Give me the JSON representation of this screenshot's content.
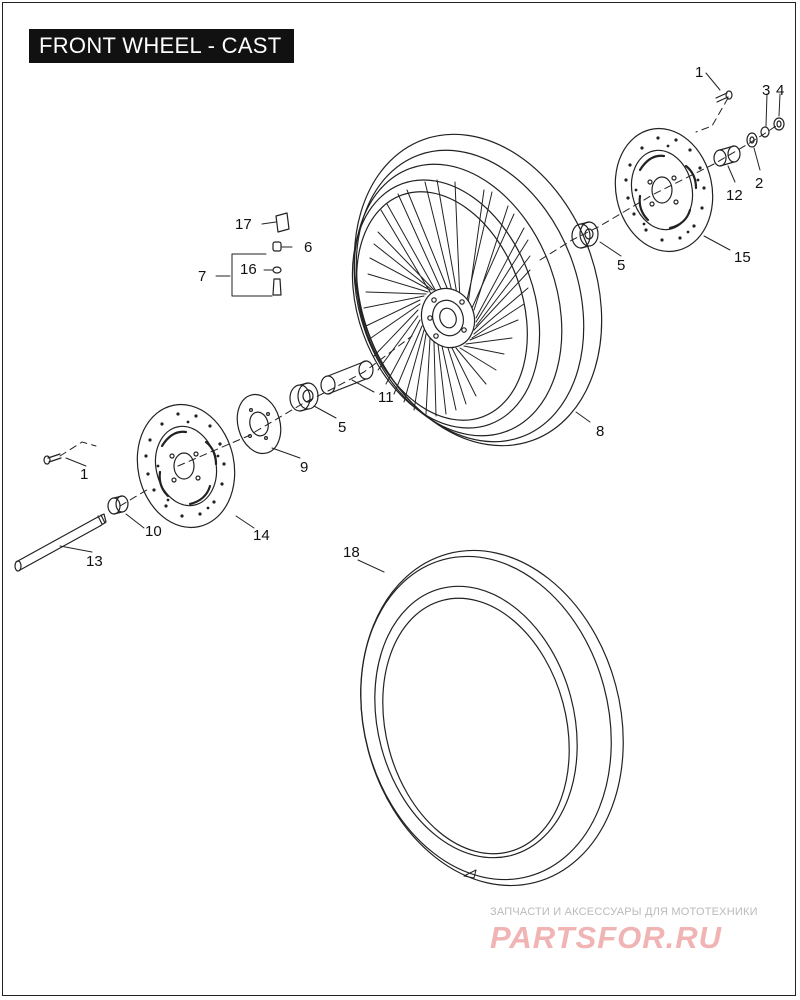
{
  "title": "FRONT WHEEL - CAST",
  "callouts": {
    "c1_top": "1",
    "c3": "3",
    "c4": "4",
    "c12": "12",
    "c2": "2",
    "c5_top": "5",
    "c15": "15",
    "c17": "17",
    "c6": "6",
    "c7": "7",
    "c16": "16",
    "c11": "11",
    "c5_mid": "5",
    "c8": "8",
    "c9": "9",
    "c1_left": "1",
    "c10": "10",
    "c14": "14",
    "c13": "13",
    "c18": "18"
  },
  "watermark": {
    "tagline": "ЗАПЧАСТИ И АКСЕССУАРЫ ДЛЯ МОТОТЕХНИКИ",
    "logo": "PARTSFOR.RU"
  },
  "colors": {
    "line": "#222222",
    "title_bg": "#111111",
    "title_text": "#ffffff",
    "watermark_logo": "#f0b4b4",
    "watermark_text": "#bbbbbb"
  }
}
